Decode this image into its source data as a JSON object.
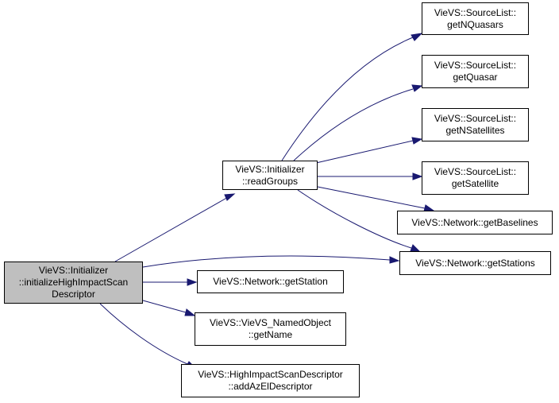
{
  "colors": {
    "edge": "#191970",
    "node_border": "#000000",
    "root_fill": "#bfbfbf",
    "node_fill": "#ffffff"
  },
  "nodes": {
    "root": [
      "VieVS::Initializer",
      "::initializeHighImpactScan",
      "Descriptor"
    ],
    "read_groups": [
      "VieVS::Initializer",
      "::readGroups"
    ],
    "get_n_quasars": [
      "VieVS::SourceList::",
      "getNQuasars"
    ],
    "get_quasar": [
      "VieVS::SourceList::",
      "getQuasar"
    ],
    "get_n_satellites": [
      "VieVS::SourceList::",
      "getNSatellites"
    ],
    "get_satellite": [
      "VieVS::SourceList::",
      "getSatellite"
    ],
    "get_baselines": [
      "VieVS::Network::getBaselines"
    ],
    "get_stations": [
      "VieVS::Network::getStations"
    ],
    "get_station": [
      "VieVS::Network::getStation"
    ],
    "get_name": [
      "VieVS::VieVS_NamedObject",
      "::getName"
    ],
    "add_az_el": [
      "VieVS::HighImpactScanDescriptor",
      "::addAzElDescriptor"
    ]
  },
  "edges": [
    [
      "root",
      "read_groups"
    ],
    [
      "root",
      "get_stations"
    ],
    [
      "root",
      "get_station"
    ],
    [
      "root",
      "get_name"
    ],
    [
      "root",
      "add_az_el"
    ],
    [
      "read_groups",
      "get_n_quasars"
    ],
    [
      "read_groups",
      "get_quasar"
    ],
    [
      "read_groups",
      "get_n_satellites"
    ],
    [
      "read_groups",
      "get_satellite"
    ],
    [
      "read_groups",
      "get_baselines"
    ],
    [
      "read_groups",
      "get_stations"
    ]
  ]
}
